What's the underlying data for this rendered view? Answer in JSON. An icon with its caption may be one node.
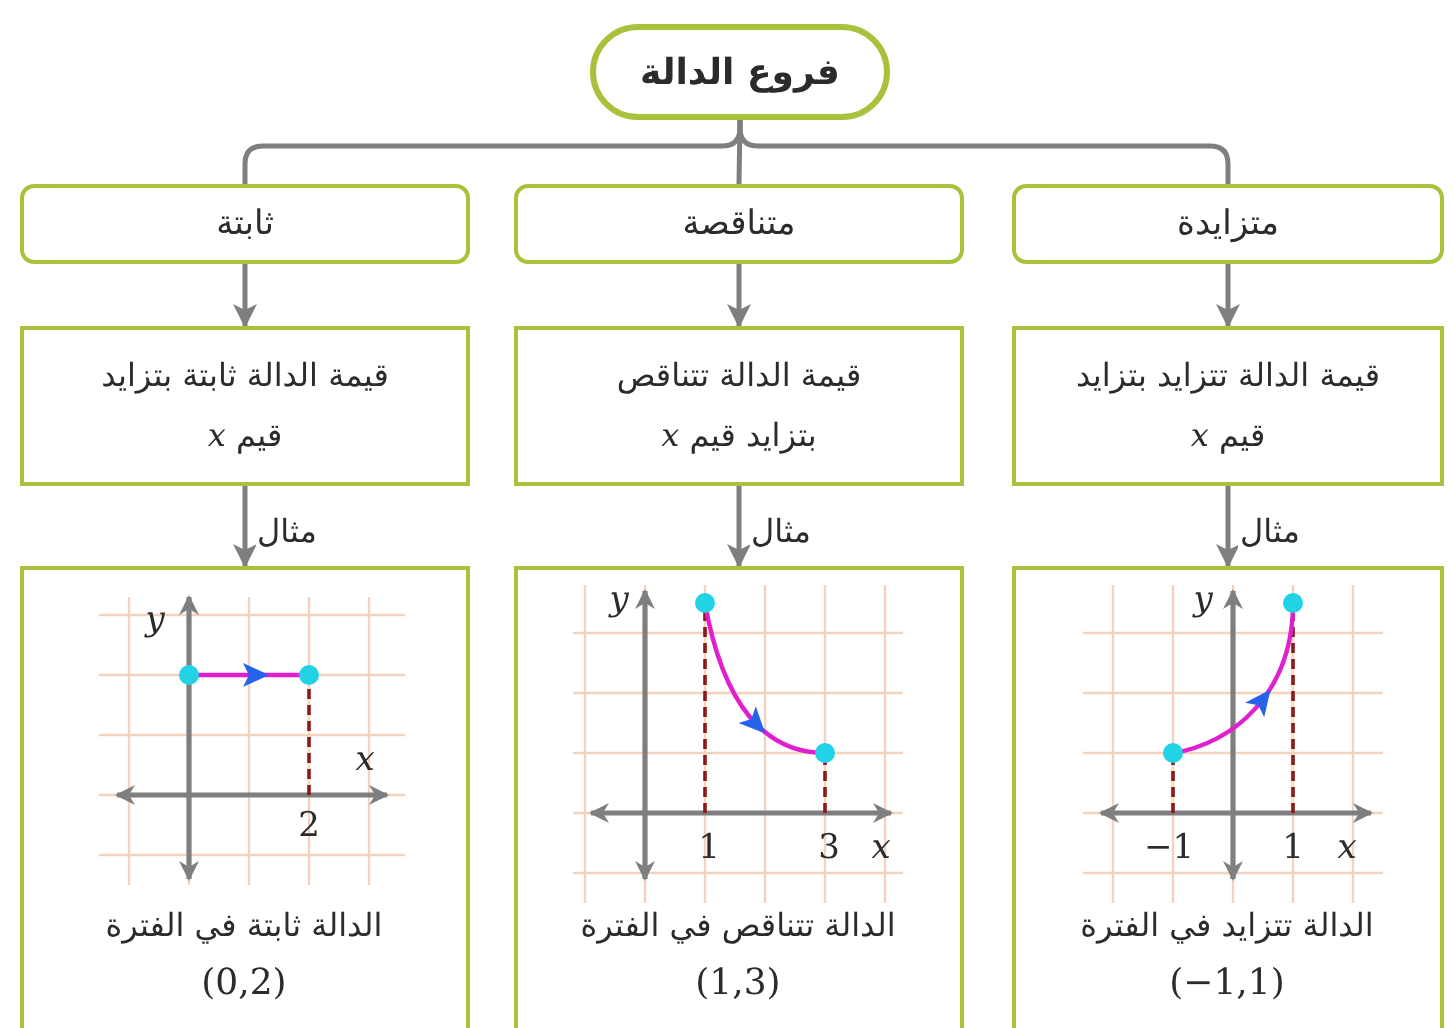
{
  "diagram": {
    "nodes": [
      {
        "text": [
          "فروع الدالة"
        ]
      },
      {
        "text": [
          "متزايدة"
        ]
      },
      {
        "text": [
          "متناقصة"
        ]
      },
      {
        "text": [
          "ثابتة"
        ]
      },
      {
        "text": [
          "قيمة الدالة تتزايد بتزايد قيم *x*"
        ]
      },
      {
        "text": [
          "قيمة الدالة تتناقص بتزايد قيم *x*"
        ]
      },
      {
        "text": [
          "قيمة الدالة ثابتة بتزايد قيم *x*"
        ]
      },
      {
        "text": [
          "الدالة تتزايد في الفترة",
          "(−1,1)"
        ]
      },
      {
        "text": [
          "الدالة تتناقص في الفترة",
          "(1,3)"
        ]
      },
      {
        "text": [
          "الدالة ثابتة في الفترة",
          "(0,2)"
        ]
      }
    ],
    "edges": [
      {
        "from": 0,
        "to": 1,
        "arrow": "none"
      },
      {
        "from": 0,
        "to": 2,
        "arrow": "none"
      },
      {
        "from": 0,
        "to": 3,
        "arrow": "none"
      },
      {
        "from": 1,
        "to": 4,
        "arrow": "to"
      },
      {
        "from": 2,
        "to": 5,
        "arrow": "to"
      },
      {
        "from": 3,
        "to": 6,
        "arrow": "to"
      },
      {
        "from": 4,
        "to": 7,
        "arrow": "to",
        "label": "مثال"
      },
      {
        "from": 5,
        "to": 8,
        "arrow": "to",
        "label": "مثال"
      },
      {
        "from": 6,
        "to": 9,
        "arrow": "to",
        "label": "مثال"
      }
    ],
    "labels": [
      "y",
      "−1",
      "1",
      "x",
      "y",
      "1",
      "3",
      "x",
      "y",
      "x",
      "2"
    ]
  }
}
